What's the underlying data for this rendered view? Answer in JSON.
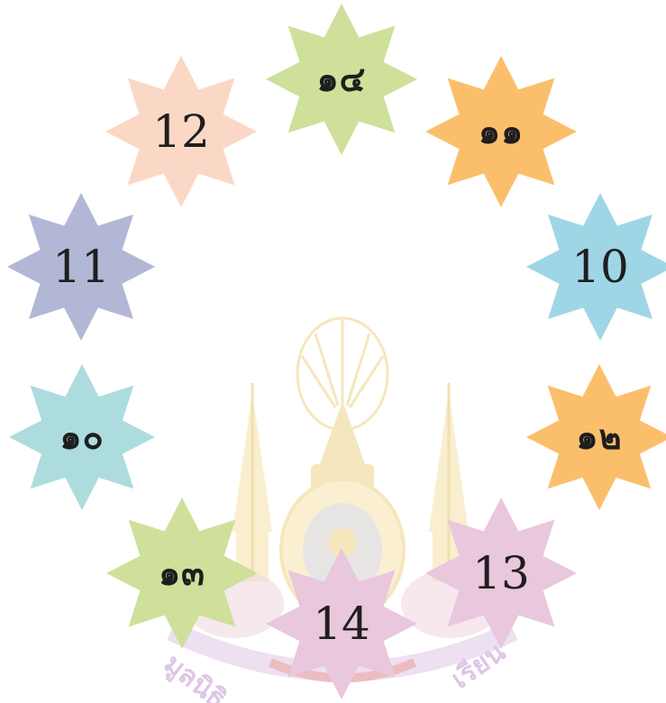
{
  "background": "#ffffff",
  "watermark": {
    "kind": "royal-emblem",
    "colors": {
      "gold": "#e9c463",
      "red": "#d33a3a",
      "blue": "#5b6bb5",
      "purple": "#9b4a8a"
    },
    "arc_text_left": "มูลนิธิ",
    "arc_text_right": "เรียน"
  },
  "stars": [
    {
      "id": "star-thai-14",
      "label": "๑๔",
      "script": "thai",
      "color": "#cfe09a"
    },
    {
      "id": "star-12",
      "label": "12",
      "script": "arabic",
      "color": "#fbd7c6"
    },
    {
      "id": "star-thai-11",
      "label": "๑๑",
      "script": "thai",
      "color": "#fbbf6c"
    },
    {
      "id": "star-11",
      "label": "11",
      "script": "arabic",
      "color": "#b3b7d6"
    },
    {
      "id": "star-10",
      "label": "10",
      "script": "arabic",
      "color": "#9fd6e6"
    },
    {
      "id": "star-thai-10",
      "label": "๑๐",
      "script": "thai",
      "color": "#addcdf"
    },
    {
      "id": "star-thai-12",
      "label": "๑๒",
      "script": "thai",
      "color": "#fbbf6c"
    },
    {
      "id": "star-thai-13",
      "label": "๑๓",
      "script": "thai",
      "color": "#cfe09a"
    },
    {
      "id": "star-13",
      "label": "13",
      "script": "arabic",
      "color": "#e9c7dc"
    },
    {
      "id": "star-14",
      "label": "14",
      "script": "arabic",
      "color": "#e9c7dc"
    }
  ]
}
